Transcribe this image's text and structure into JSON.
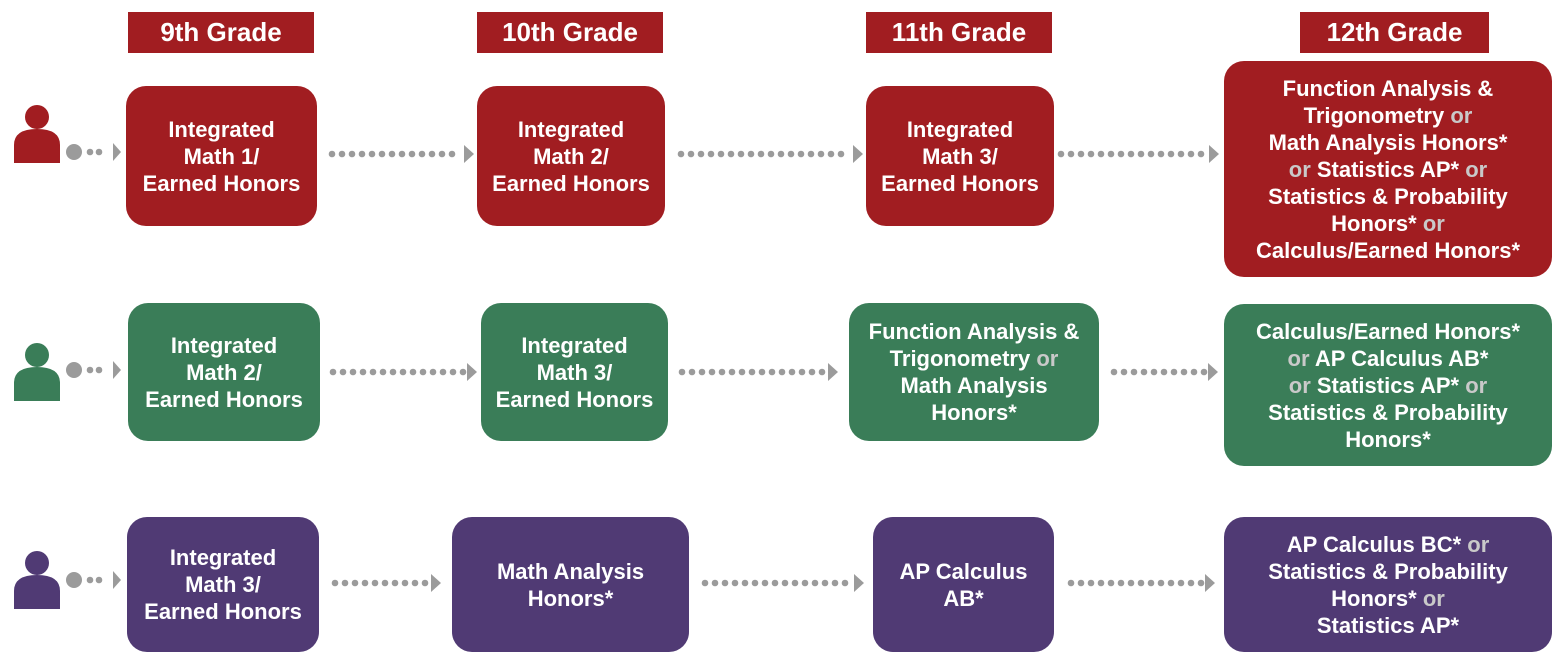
{
  "colors": {
    "red": "#a11d21",
    "green": "#3a7d58",
    "purple": "#503a74",
    "connector": "#9b9b9b",
    "or_text": "#c9c9c9"
  },
  "headers": [
    "9th Grade",
    "10th Grade",
    "11th Grade",
    "12th Grade"
  ],
  "rows": [
    {
      "color": "red",
      "icon": "person-icon",
      "boxes": [
        [
          "Integrated",
          "Math 1/",
          "Earned Honors"
        ],
        [
          "Integrated",
          "Math 2/",
          "Earned Honors"
        ],
        [
          "Integrated",
          "Math 3/",
          "Earned Honors"
        ],
        [
          "Function Analysis &",
          "Trigonometry {or}",
          "Math Analysis Honors*",
          "{or} Statistics AP* {or}",
          "Statistics & Probability",
          "Honors* {or}",
          "Calculus/Earned Honors*"
        ]
      ]
    },
    {
      "color": "green",
      "icon": "person-icon",
      "boxes": [
        [
          "Integrated",
          "Math 2/",
          "Earned Honors"
        ],
        [
          "Integrated",
          "Math 3/",
          "Earned Honors"
        ],
        [
          "Function Analysis &",
          "Trigonometry {or}",
          "Math Analysis",
          "Honors*"
        ],
        [
          "Calculus/Earned Honors*",
          "{or} AP Calculus AB*",
          "{or} Statistics AP* {or}",
          "Statistics & Probability",
          "Honors*"
        ]
      ]
    },
    {
      "color": "purple",
      "icon": "person-icon",
      "boxes": [
        [
          "Integrated",
          "Math 3/",
          "Earned Honors"
        ],
        [
          "Math Analysis",
          "Honors*"
        ],
        [
          "AP Calculus",
          "AB*"
        ],
        [
          "AP Calculus BC* {or}",
          "Statistics & Probability",
          "Honors* {or}",
          "Statistics AP*"
        ]
      ]
    }
  ]
}
